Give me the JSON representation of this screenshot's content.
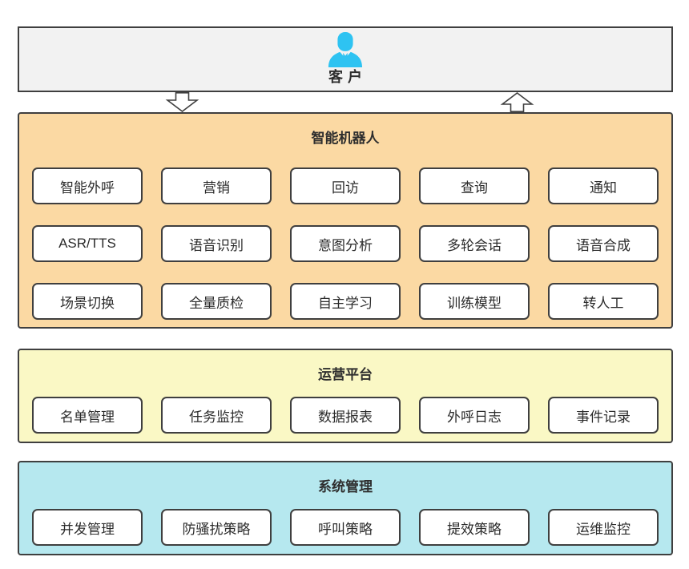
{
  "customer": {
    "label": "客户",
    "icon": "person-icon",
    "icon_color": "#2EC3F2",
    "box_bg": "#F2F2F2"
  },
  "icons": {
    "downlink": "arrow-down-icon",
    "uplink": "arrow-up-icon"
  },
  "sections": [
    {
      "title": "智能机器人",
      "bg": "#FBD9A3",
      "rows": [
        [
          "智能外呼",
          "营销",
          "回访",
          "查询",
          "通知"
        ],
        [
          "ASR/TTS",
          "语音识别",
          "意图分析",
          "多轮会话",
          "语音合成"
        ],
        [
          "场景切换",
          "全量质检",
          "自主学习",
          "训练模型",
          "转人工"
        ]
      ]
    },
    {
      "title": "运营平台",
      "bg": "#FAF8C5",
      "rows": [
        [
          "名单管理",
          "任务监控",
          "数据报表",
          "外呼日志",
          "事件记录"
        ]
      ]
    },
    {
      "title": "系统管理",
      "bg": "#B6E8EF",
      "rows": [
        [
          "并发管理",
          "防骚扰策略",
          "呼叫策略",
          "提效策略",
          "运维监控"
        ]
      ]
    }
  ],
  "colors": {
    "border": "#3F3F3F",
    "text": "#2E2E2E",
    "module_box_bg": "#FFFFFF"
  }
}
